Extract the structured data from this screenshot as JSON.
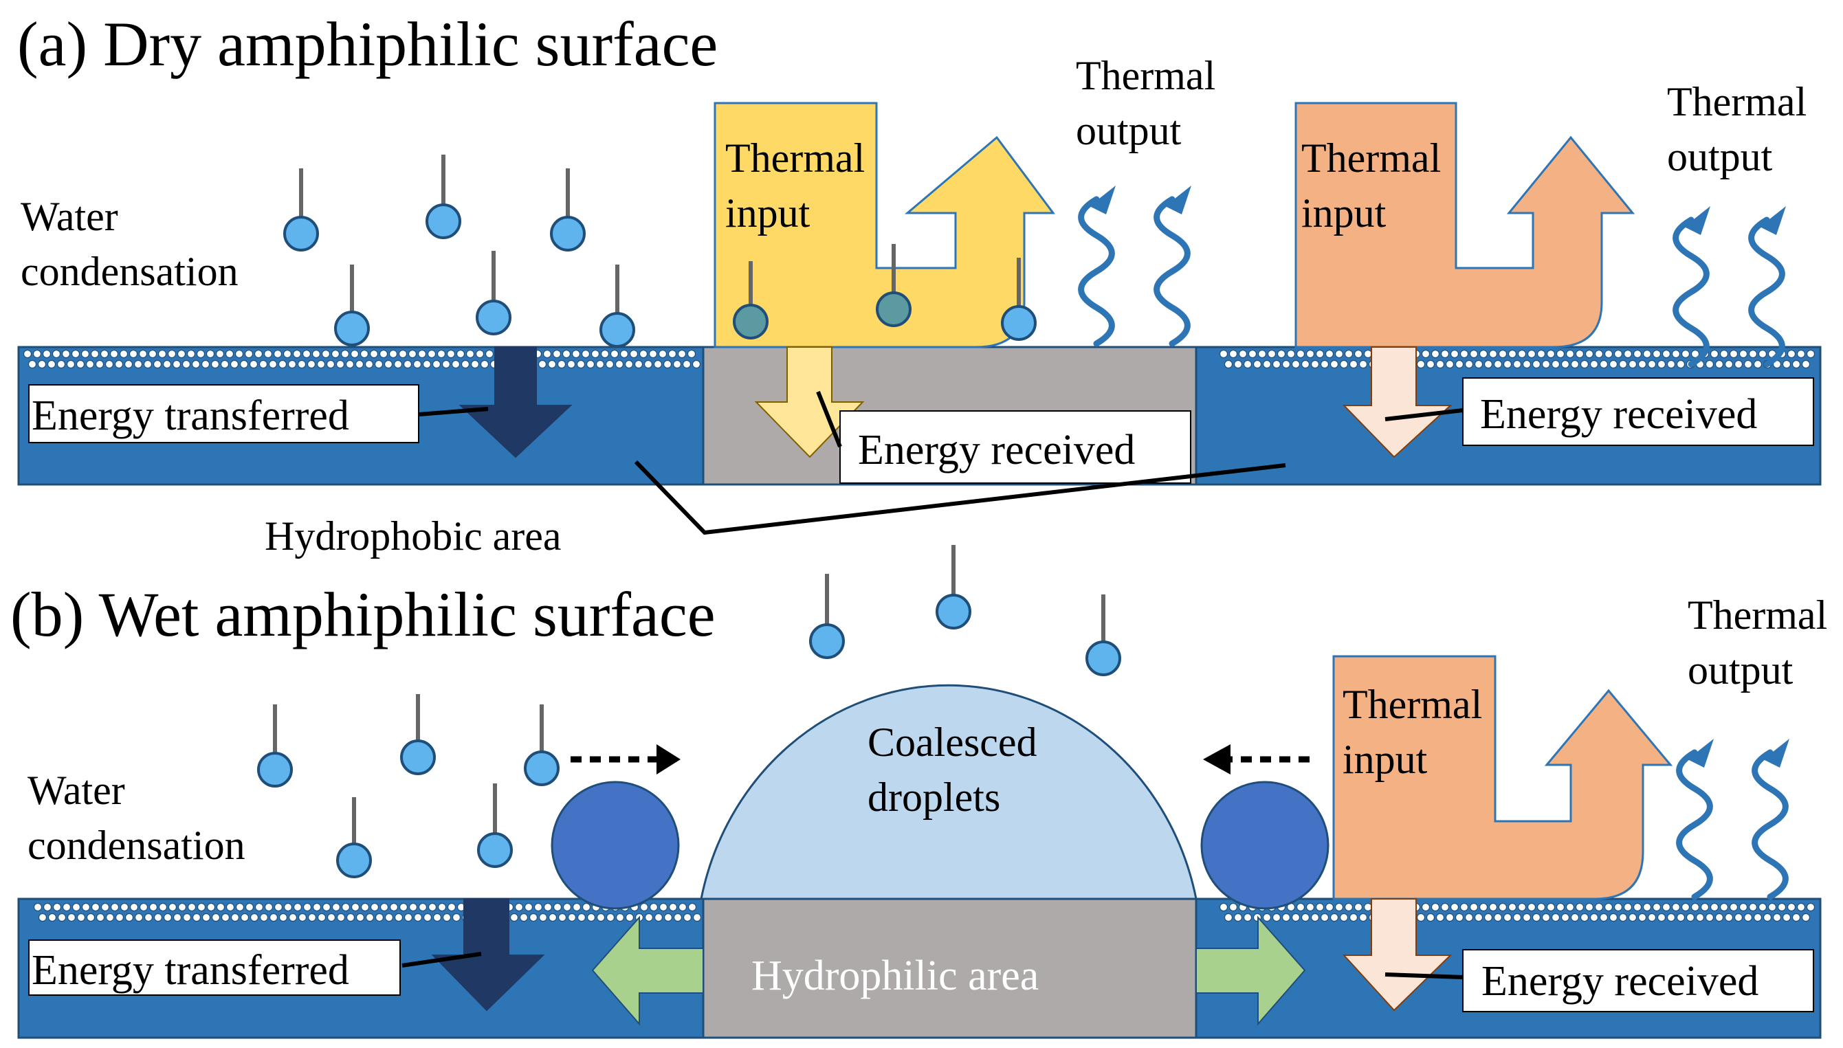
{
  "panel_a": {
    "title": "(a) Dry amphiphilic surface",
    "water_condensation": [
      "Water",
      "condensation"
    ],
    "thermal_input_1": [
      "Thermal",
      "input"
    ],
    "thermal_output_1": [
      "Thermal",
      "output"
    ],
    "thermal_input_2": [
      "Thermal",
      "input"
    ],
    "thermal_output_2": [
      "Thermal",
      "output"
    ],
    "energy_transferred": "Energy transferred",
    "energy_received_center": "Energy received",
    "energy_received_right": "Energy received",
    "hydrophobic_area": "Hydrophobic area"
  },
  "panel_b": {
    "title": "(b) Wet amphiphilic surface",
    "water_condensation": [
      "Water",
      "condensation"
    ],
    "coalesced_droplets": [
      "Coalesced",
      "droplets"
    ],
    "thermal_input": [
      "Thermal",
      "input"
    ],
    "thermal_output": [
      "Thermal",
      "output"
    ],
    "energy_transferred": "Energy transferred",
    "energy_received": "Energy received",
    "hydrophilic_area": "Hydrophilic area"
  },
  "colors": {
    "hydrophobic_blue": "#2e75b6",
    "hydrophobic_border": "#1f4e79",
    "hydrophilic_gray": "#aeaaaa",
    "droplet_light_blue": "#5fb4ee",
    "coalesced_fill": "#bdd7ee",
    "dark_droplet": "#4472c4",
    "thermal_yellow": "#ffd966",
    "thermal_orange": "#f4b183",
    "wave_blue": "#2e75b6",
    "energy_dark_arrow": "#1f3864",
    "energy_light_arrow": "#fbe5d6",
    "energy_yellow_arrow": "#ffe699",
    "spread_green": "#a9d18e"
  }
}
